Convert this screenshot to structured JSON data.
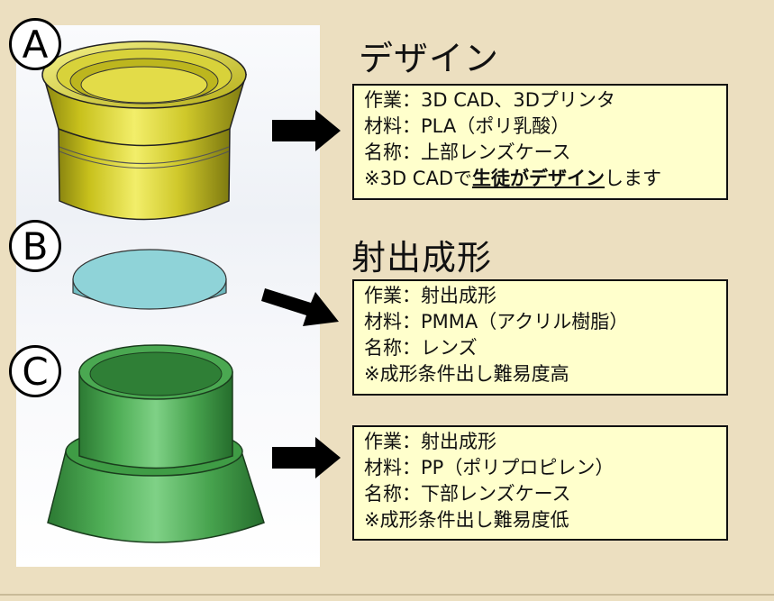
{
  "labels": {
    "a": "A",
    "b": "B",
    "c": "C"
  },
  "headings": {
    "design": "デザイン",
    "injection": "射出成形"
  },
  "box_a": {
    "lines": [
      "作業：3D CAD、3Dプリンタ",
      "材料：PLA（ポリ乳酸）",
      "名称：上部レンズケース"
    ],
    "note_prefix": "※3D CADで",
    "note_emphasis": "生徒がデザイン",
    "note_suffix": "します"
  },
  "box_b": {
    "lines": [
      "作業：射出成形",
      "材料：PMMA（アクリル樹脂）",
      "名称：レンズ",
      "※成形条件出し難易度高"
    ]
  },
  "box_c": {
    "lines": [
      "作業：射出成形",
      "材料：PP（ポリプロピレン）",
      "名称：下部レンズケース",
      "※成形条件出し難易度低"
    ]
  },
  "colors": {
    "background": "#ecdfc0",
    "box_fill": "#ffffcc",
    "part_a": "#c9c21a",
    "part_b": "#8fd3d8",
    "part_c": "#3f9c45"
  }
}
